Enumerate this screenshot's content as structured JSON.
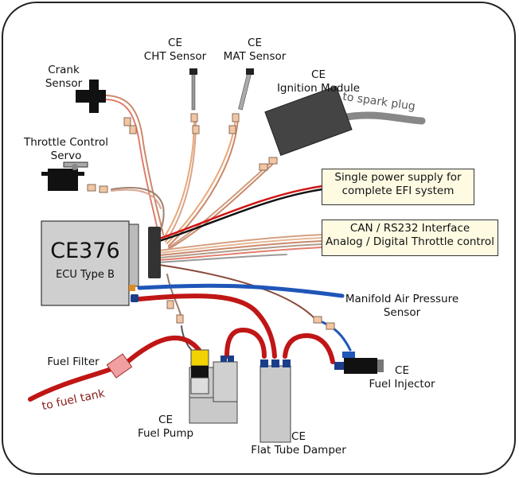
{
  "ecu": {
    "title": "CE376",
    "subtitle": "ECU Type B"
  },
  "labels": {
    "crank": [
      "Crank",
      "Sensor"
    ],
    "cht": [
      "CE",
      "CHT Sensor"
    ],
    "mat": [
      "CE",
      "MAT Sensor"
    ],
    "ignition": [
      "CE",
      "Ignition Module"
    ],
    "throttle_servo": [
      "Throttle Control",
      "Servo"
    ],
    "map_sensor": [
      "Manifold Air Pressure",
      "Sensor"
    ],
    "fuel_filter": "Fuel Filter",
    "fuel_injector": [
      "CE",
      "Fuel Injector"
    ],
    "fuel_pump": [
      "CE",
      "Fuel Pump"
    ],
    "damper": [
      "CE",
      "Flat Tube Damper"
    ]
  },
  "boxes": {
    "power": [
      "Single power supply for",
      "complete EFI system"
    ],
    "can": [
      "CAN / RS232 Interface",
      "Analog / Digital Throttle control"
    ]
  },
  "annotations": {
    "spark_plug": "to spark plug",
    "fuel_tank": "to fuel tank"
  },
  "colors": {
    "fuel_line": "#c01616",
    "blue_hose": "#1f56b8",
    "connector": "#f1c6a4",
    "component_gray": "#c9c9c9",
    "pump_yellow": "#f2d200"
  }
}
